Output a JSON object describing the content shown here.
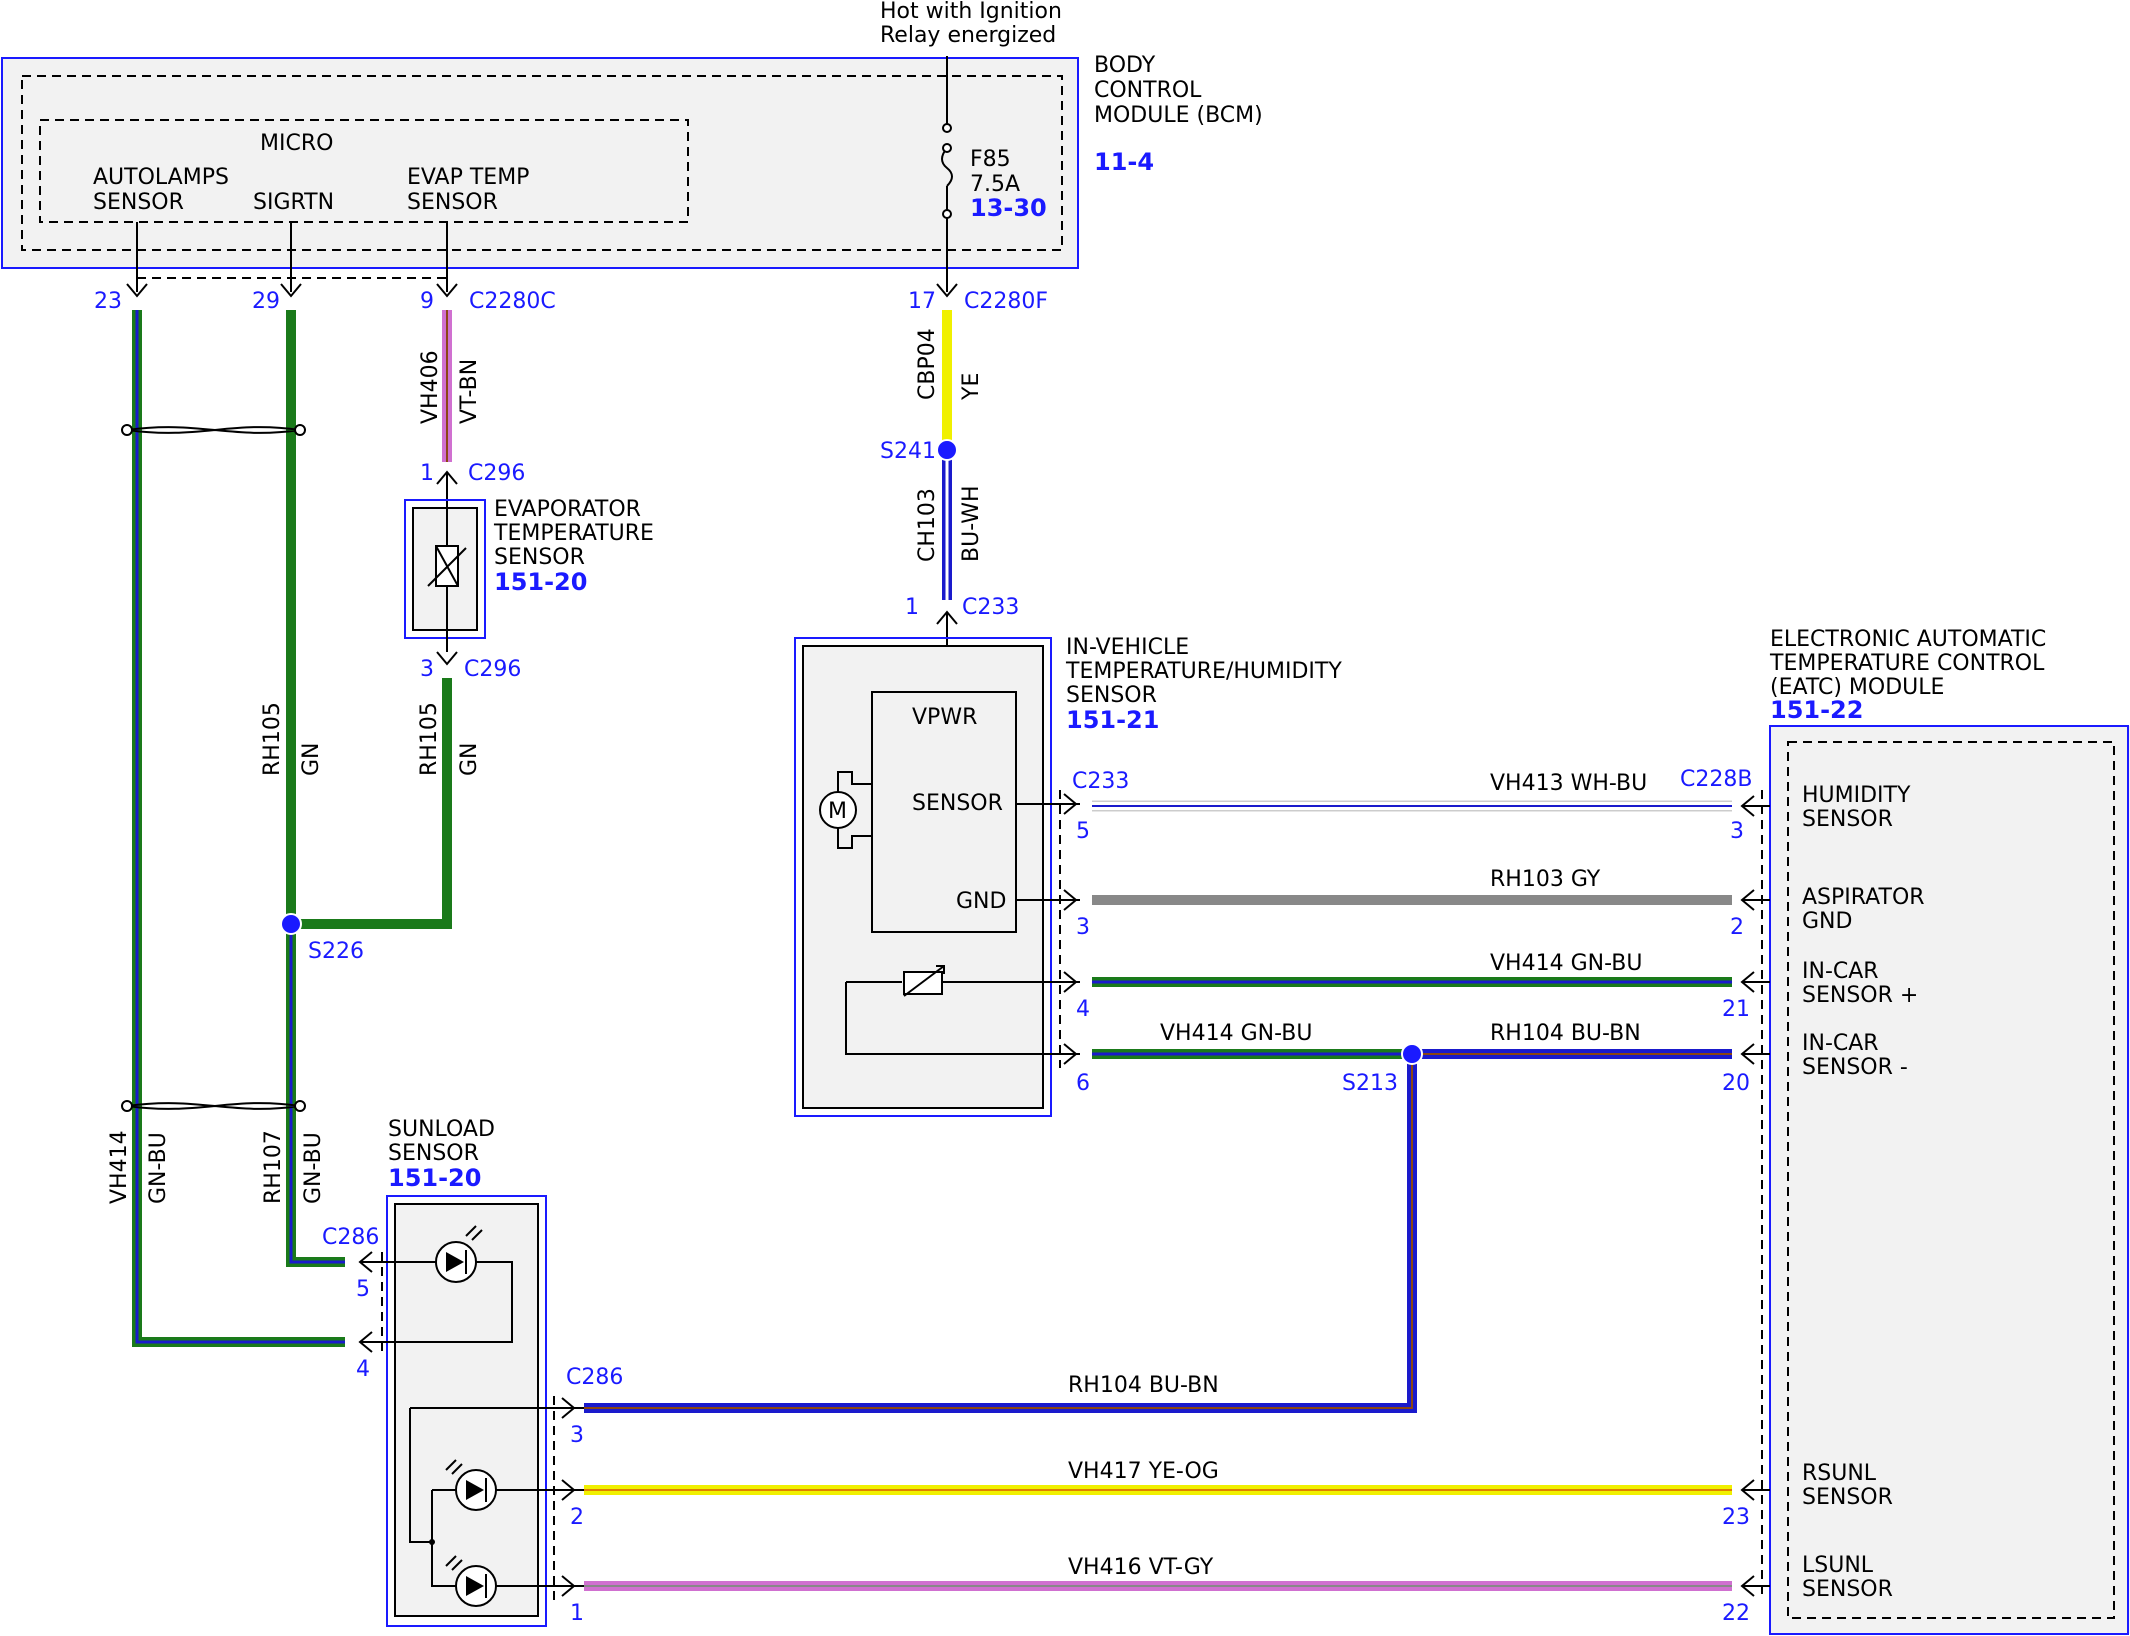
{
  "header": {
    "hot_line1": "Hot with Ignition",
    "hot_line2": "Relay energized"
  },
  "bcm": {
    "line1": "BODY",
    "line2": "CONTROL",
    "line3": "MODULE (BCM)",
    "ref": "11-4",
    "micro": "MICRO",
    "autolamps1": "AUTOLAMPS",
    "autolamps2": "SENSOR",
    "sigrtn": "SIGRTN",
    "evap1": "EVAP TEMP",
    "evap2": "SENSOR",
    "fuse_name": "F85",
    "fuse_rating": "7.5A",
    "fuse_ref": "13-30",
    "pin23": "23",
    "pin29": "29",
    "pin9": "9",
    "pin17": "17",
    "conn_c": "C2280C",
    "conn_f": "C2280F"
  },
  "wires": {
    "vh406": "VH406",
    "vtbn": "VT-BN",
    "cbp04": "CBP04",
    "ye": "YE",
    "ch103": "CH103",
    "buwh": "BU-WH",
    "rh105a": "RH105",
    "gna": "GN",
    "rh105b": "RH105",
    "gnb": "GN",
    "vh414": "VH414",
    "gnbu1": "GN-BU",
    "rh107": "RH107",
    "gnbu2": "GN-BU",
    "vh413": "VH413  WH-BU",
    "rh103": "RH103  GY",
    "vh414_eatc": "VH414  GN-BU",
    "vh414_s213": "VH414  GN-BU",
    "rh104_eatc": "RH104  BU-BN",
    "rh104_sun": "RH104  BU-BN",
    "vh417": "VH417 YE-OG",
    "vh416": "VH416 VT-GY"
  },
  "splices": {
    "s241": "S241",
    "s226": "S226",
    "s213": "S213"
  },
  "evap_sensor": {
    "line1": "EVAPORATOR",
    "line2": "TEMPERATURE",
    "line3": "SENSOR",
    "ref": "151-20",
    "pin1": "1",
    "conn1": "C296",
    "pin3": "3",
    "conn3": "C296"
  },
  "invehicle": {
    "line1": "IN-VEHICLE",
    "line2": "TEMPERATURE/HUMIDITY",
    "line3": "SENSOR",
    "ref": "151-21",
    "pin1": "1",
    "conn1": "C233",
    "vpwr": "VPWR",
    "sensor": "SENSOR",
    "gnd": "GND",
    "motor": "M",
    "conn_side": "C233",
    "pin5": "5",
    "pin3": "3",
    "pin4": "4",
    "pin6": "6"
  },
  "eatc": {
    "line1": "ELECTRONIC AUTOMATIC",
    "line2": "TEMPERATURE CONTROL",
    "line3": "(EATC) MODULE",
    "ref": "151-22",
    "conn": "C228B",
    "humidity1": "HUMIDITY",
    "humidity2": "SENSOR",
    "aspirator1": "ASPIRATOR",
    "aspirator2": "GND",
    "incarp1": "IN-CAR",
    "incarp2": "SENSOR +",
    "incarm1": "IN-CAR",
    "incarm2": "SENSOR -",
    "rsunl1": "RSUNL",
    "rsunl2": "SENSOR",
    "lsunl1": "LSUNL",
    "lsunl2": "SENSOR",
    "pin3": "3",
    "pin2": "2",
    "pin21": "21",
    "pin20": "20",
    "pin23": "23",
    "pin22": "22"
  },
  "sunload": {
    "line1": "SUNLOAD",
    "line2": "SENSOR",
    "ref": "151-20",
    "conn_a": "C286",
    "pin5": "5",
    "pin4": "4",
    "conn_b": "C286",
    "pin3": "3",
    "pin2": "2",
    "pin1": "1"
  },
  "colors": {
    "green": "#1a7a1a",
    "blue": "#1a1acc",
    "yellow": "#f0f000",
    "violet": "#d070d0",
    "gray": "#888888",
    "accent_blue": "#1a1aff"
  }
}
